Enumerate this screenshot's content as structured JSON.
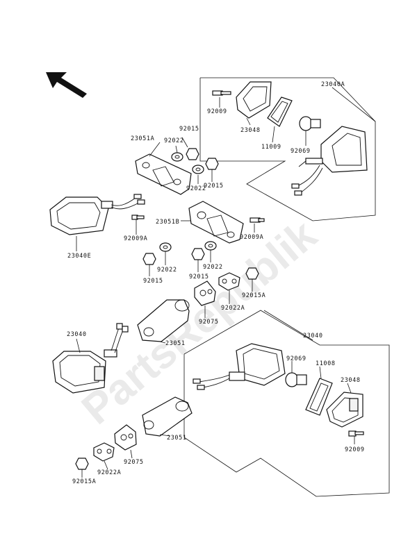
{
  "diagram": {
    "watermark": "PartsRepublik",
    "labels": {
      "l23040A": "23040A",
      "l92009_top": "92009",
      "l23048_top": "23048",
      "l11009": "11009",
      "l92069_top": "92069",
      "l23051A": "23051A",
      "l92015_a": "92015",
      "l92022_a": "92022",
      "l92022_b": "92022",
      "l92015_b": "92015",
      "l23040E": "23040E",
      "l92009A_left": "92009A",
      "l23051B": "23051B",
      "l92009A_right": "92009A",
      "l92022_c": "92022",
      "l92015_c": "92015",
      "l92022_d": "92022",
      "l92015_d": "92015",
      "l92015A_a": "92015A",
      "l92022A_a": "92022A",
      "l92075_a": "92075",
      "l23051_a": "23051",
      "l23040_left": "23040",
      "l23040_right": "23040",
      "l92069_bot": "92069",
      "l11008": "11008",
      "l23048_bot": "23048",
      "l23051_b": "23051",
      "l92075_b": "92075",
      "l92022A_b": "92022A",
      "l92015A_b": "92015A",
      "l92009_bot": "92009"
    }
  }
}
